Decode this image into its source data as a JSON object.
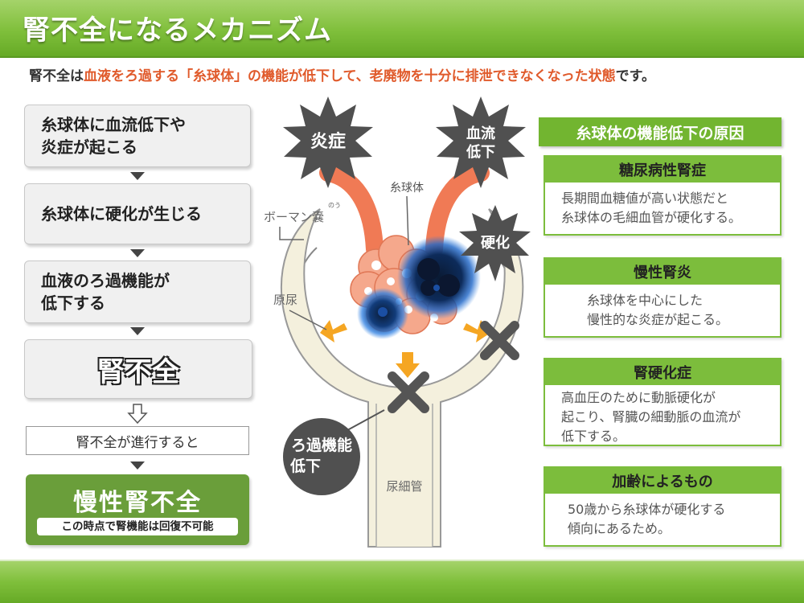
{
  "title": "腎不全になるメカニズム",
  "intro": {
    "prefix": "腎不全は",
    "highlight": "血液をろ過する「糸球体」の機能が低下して、老廃物を十分に排泄できなくなった状態",
    "suffix": "です。"
  },
  "flow": {
    "steps": [
      "糸球体に血流低下や\n炎症が起こる",
      "糸球体に硬化が生じる",
      "血液のろ過機能が\n低下する"
    ],
    "result": "腎不全",
    "progress": "腎不全が進行すると",
    "chronic_title": "慢性腎不全",
    "chronic_note": "この時点で腎機能は回復不可能"
  },
  "diagram": {
    "burst_inflammation": "炎症",
    "burst_bloodflow": "血流\n低下",
    "burst_sclerosis": "硬化",
    "burst_filtration": "ろ過機能\n低下",
    "label_glomerulus": "糸球体",
    "label_bowman": "ボーマン嚢",
    "label_bowman_ruby": "のう",
    "label_primary_urine": "原尿",
    "label_tubule": "尿細管"
  },
  "causes": {
    "title": "糸球体の機能低下の原因",
    "items": [
      {
        "name": "糖尿病性腎症",
        "desc": "長期間血糖値が高い状態だと\n糸球体の毛細血管が硬化する。"
      },
      {
        "name": "慢性腎炎",
        "desc": "糸球体を中心にした\n慢性的な炎症が起こる。"
      },
      {
        "name": "腎硬化症",
        "desc": "高血圧のために動脈硬化が\n起こり、腎臓の細動脈の血流が\n低下する。"
      },
      {
        "name": "加齢によるもの",
        "desc": "50歳から糸球体が硬化する\n傾向にあるため。"
      }
    ]
  },
  "colors": {
    "brand_green": "#72b530",
    "highlight_red": "#e05a2b",
    "vessel": "#f07a55",
    "arrow": "#f5a623",
    "dark": "#555555"
  }
}
